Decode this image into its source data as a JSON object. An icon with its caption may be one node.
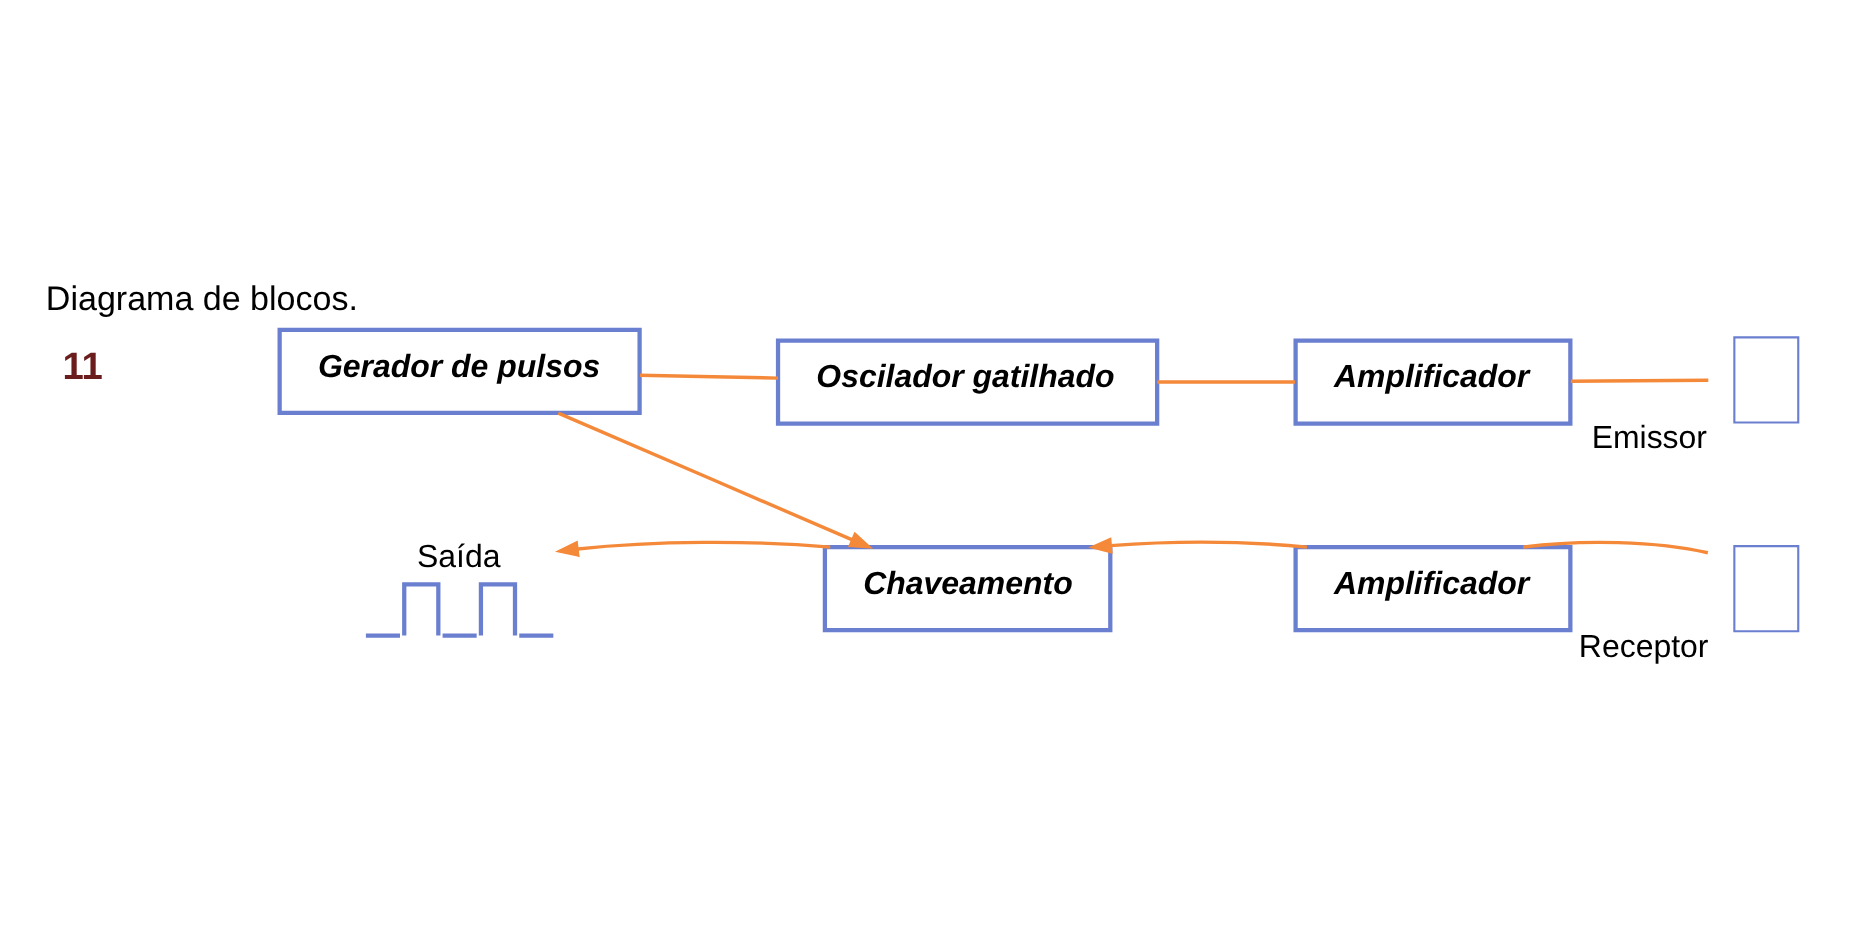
{
  "diagram": {
    "title": "Diagrama de blocos.",
    "nodes": [
      {
        "text": [
          "Gerador de pulsos"
        ]
      },
      {
        "text": [
          "Oscilador gatilhado"
        ]
      },
      {
        "text": [
          "Amplificador"
        ]
      },
      {
        "text": [],
        "shape": "box",
        "beside": [
          "Emissor"
        ]
      },
      {
        "text": [
          "Chaveamento"
        ]
      },
      {
        "text": [
          "Amplificador"
        ]
      },
      {
        "text": [],
        "shape": "box",
        "beside": [
          "Receptor"
        ]
      },
      {
        "text": [
          "Saída"
        ]
      }
    ],
    "edges": [
      {
        "from": 0,
        "to": 1,
        "arrow": "none"
      },
      {
        "from": 1,
        "to": 2,
        "arrow": "none"
      },
      {
        "from": 2,
        "to": 3,
        "arrow": "none"
      },
      {
        "from": 0,
        "to": 4,
        "arrow": "to"
      },
      {
        "from": 6,
        "to": 5,
        "arrow": "none"
      },
      {
        "from": 5,
        "to": 4,
        "arrow": "to"
      },
      {
        "from": 4,
        "to": 7,
        "arrow": "to"
      }
    ],
    "labels": [
      "11"
    ]
  }
}
